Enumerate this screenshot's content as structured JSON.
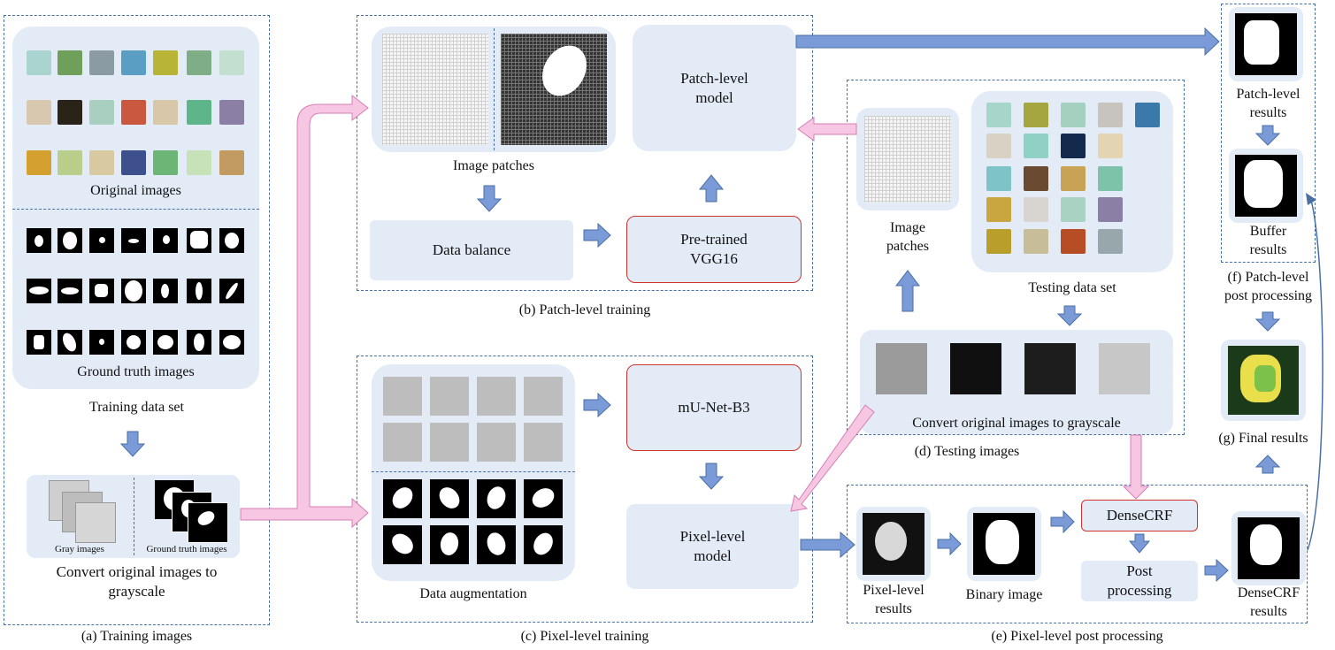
{
  "sections": {
    "a": "(a) Training images",
    "b": "(b) Patch-level training",
    "c": "(c) Pixel-level training",
    "d": "(d) Testing images",
    "e": "(e) Pixel-level post processing",
    "f": "(f) Patch-level\npost processing",
    "g": "(g) Final results"
  },
  "training": {
    "original_images": "Original images",
    "ground_truth_images": "Ground truth images",
    "training_data_set": "Training data set",
    "gray_images": "Gray images",
    "ground_truth_small": "Ground truth images",
    "convert": "Convert original images to\ngrayscale"
  },
  "patch_training": {
    "image_patches": "Image patches",
    "patch_model": "Patch-level\nmodel",
    "data_balance": "Data balance",
    "vgg": "Pre-trained\nVGG16"
  },
  "pixel_training": {
    "data_augmentation": "Data augmentation",
    "unet": "mU-Net-B3",
    "pixel_model": "Pixel-level\nmodel"
  },
  "testing": {
    "image_patches": "Image\npatches",
    "testing_data_set": "Testing data set",
    "convert": "Convert original images to grayscale"
  },
  "pixel_post": {
    "pixel_results": "Pixel-level\nresults",
    "binary_image": "Binary image",
    "densecrf": "DenseCRF",
    "post_processing": "Post\nprocessing",
    "densecrf_results": "DenseCRF\nresults"
  },
  "patch_post": {
    "patch_results": "Patch-level\nresults",
    "buffer_results": "Buffer\nresults"
  },
  "colors": {
    "panel": "#e3ebf7",
    "dashed": "#4a6fa5",
    "blue_arrow": "#7b9bd8",
    "pink_arrow": "#f4c2e0",
    "red_border": "#d0342c"
  }
}
